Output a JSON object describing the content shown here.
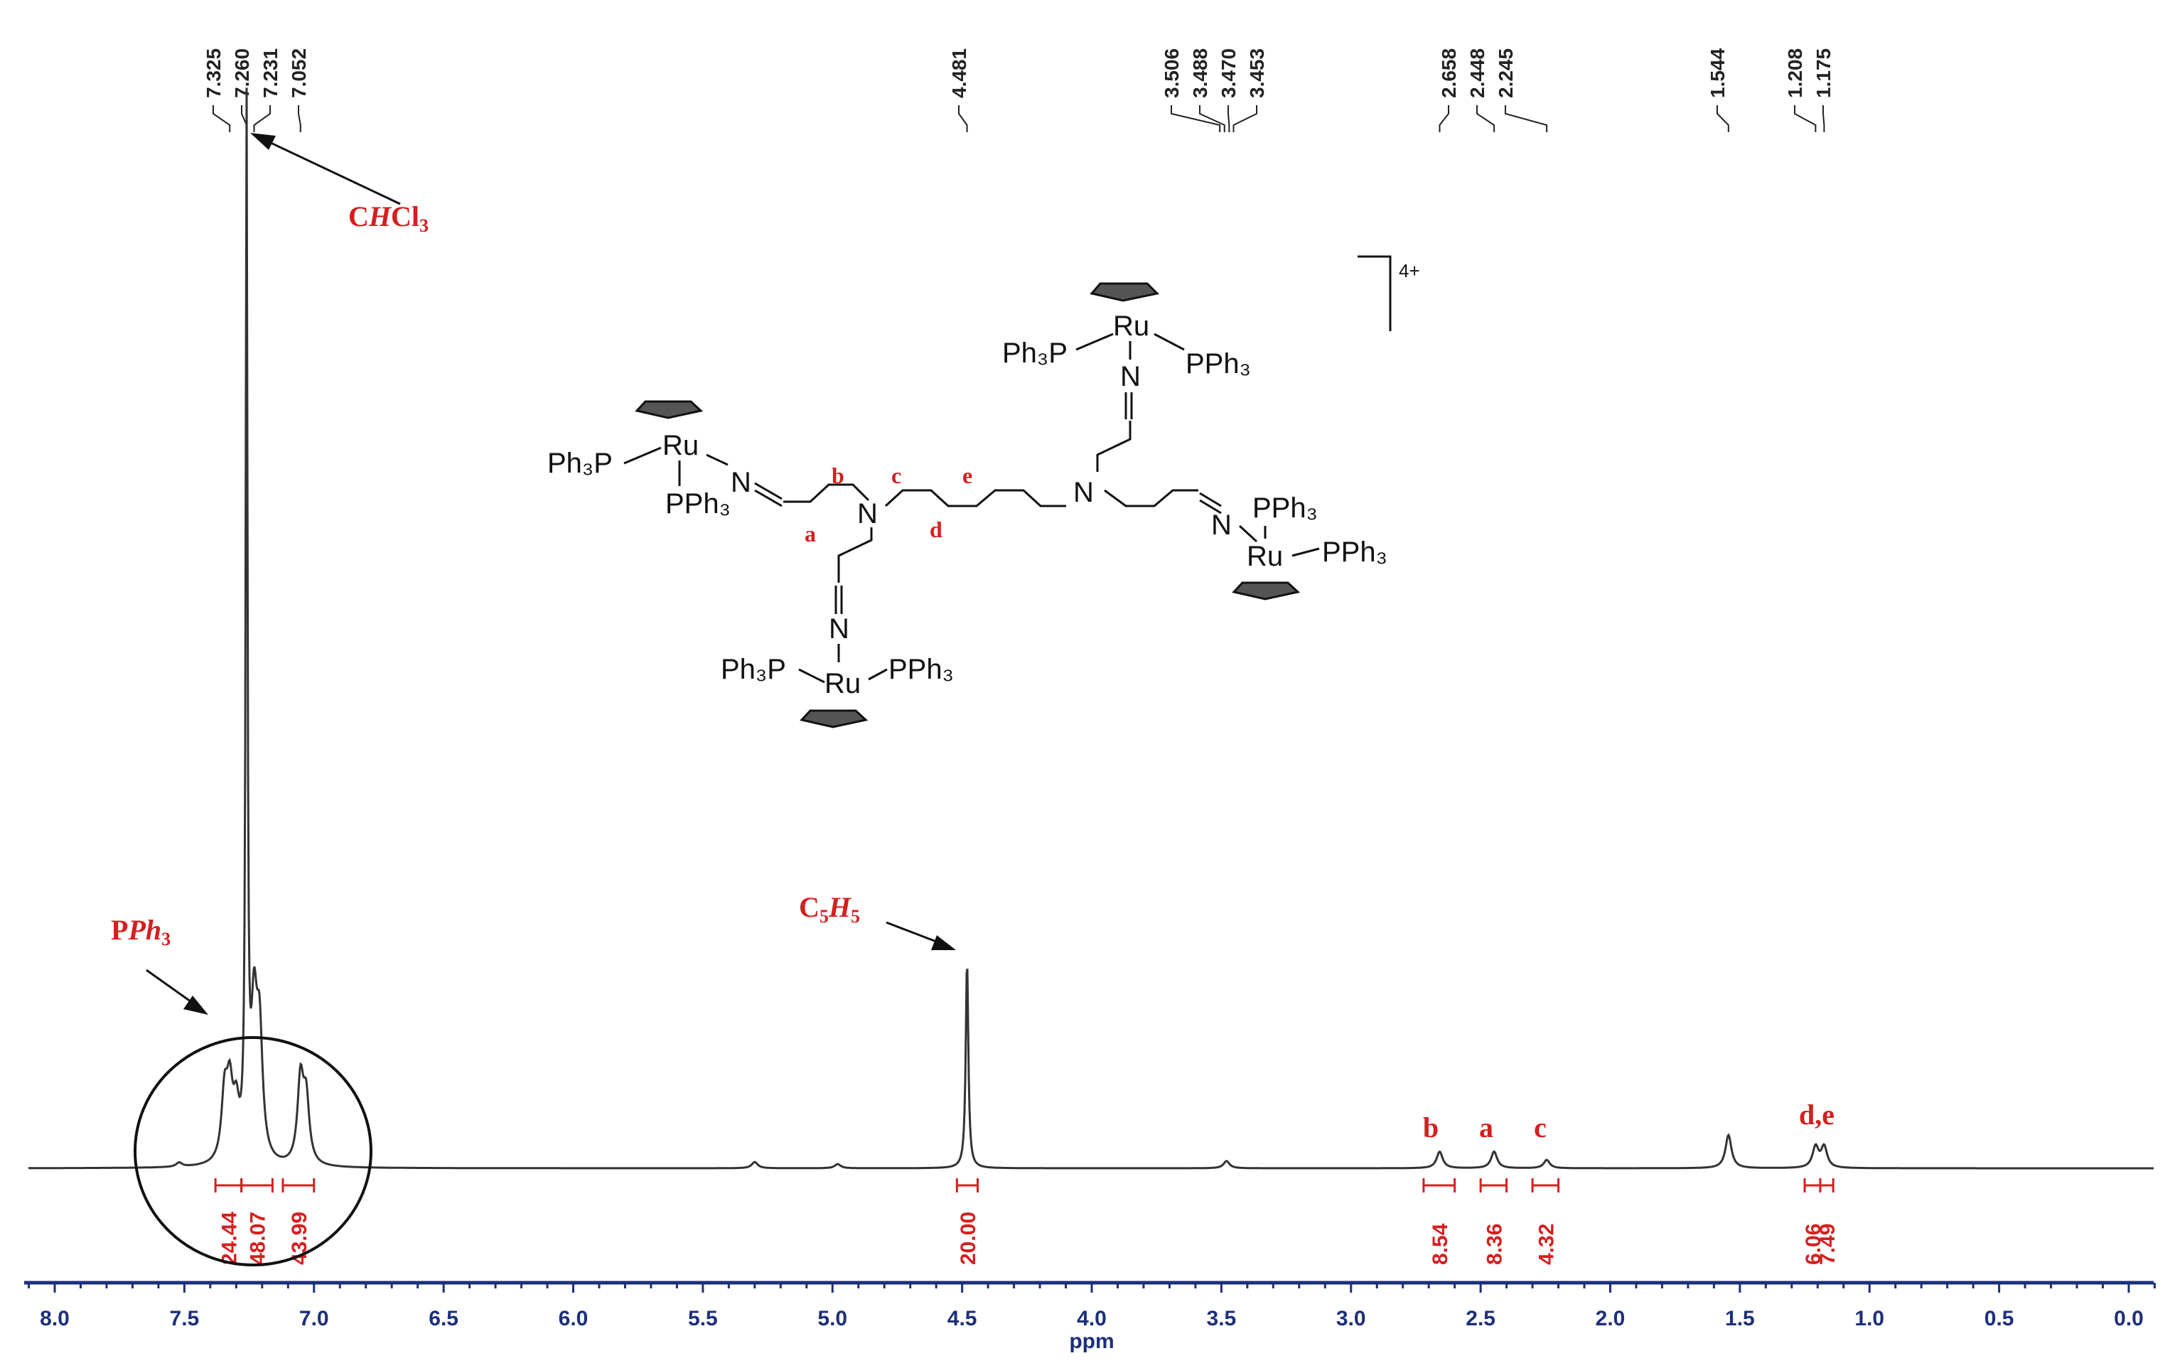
{
  "chart_data": {
    "type": "line",
    "title": "",
    "xlabel": "ppm",
    "ylabel": "",
    "xlim": [
      8.1,
      -0.1
    ],
    "x_reversed": true,
    "grid": false,
    "xticks": [
      "8.0",
      "7.5",
      "7.0",
      "6.5",
      "6.0",
      "5.5",
      "5.0",
      "4.5",
      "4.0",
      "3.5",
      "3.0",
      "2.5",
      "2.0",
      "1.5",
      "1.0",
      "0.5",
      "0.0"
    ],
    "xtick_values": [
      8.0,
      7.5,
      7.0,
      6.5,
      6.0,
      5.5,
      5.0,
      4.5,
      4.0,
      3.5,
      3.0,
      2.5,
      2.0,
      1.5,
      1.0,
      0.5,
      0.0
    ],
    "peak_labels": [
      "7.325",
      "7.260",
      "7.231",
      "7.052",
      "4.481",
      "3.506",
      "3.488",
      "3.470",
      "3.453",
      "2.658",
      "2.448",
      "2.245",
      "1.544",
      "1.208",
      "1.175"
    ],
    "peak_label_values": [
      7.325,
      7.26,
      7.231,
      7.052,
      4.481,
      3.506,
      3.488,
      3.47,
      3.453,
      2.658,
      2.448,
      2.245,
      1.544,
      1.208,
      1.175
    ],
    "peaks": [
      {
        "ppm": 7.325,
        "height": 0.064
      },
      {
        "ppm": 7.345,
        "height": 0.062
      },
      {
        "ppm": 7.3,
        "height": 0.045
      },
      {
        "ppm": 7.26,
        "height": 1.0
      },
      {
        "ppm": 7.231,
        "height": 0.135
      },
      {
        "ppm": 7.21,
        "height": 0.115
      },
      {
        "ppm": 7.052,
        "height": 0.08
      },
      {
        "ppm": 7.03,
        "height": 0.06
      },
      {
        "ppm": 4.481,
        "height": 0.2
      },
      {
        "ppm": 3.48,
        "height": 0.007
      },
      {
        "ppm": 5.3,
        "height": 0.006
      },
      {
        "ppm": 4.98,
        "height": 0.004
      },
      {
        "ppm": 7.52,
        "height": 0.004
      },
      {
        "ppm": 2.658,
        "height": 0.016
      },
      {
        "ppm": 2.448,
        "height": 0.016
      },
      {
        "ppm": 2.245,
        "height": 0.008
      },
      {
        "ppm": 1.544,
        "height": 0.032
      },
      {
        "ppm": 1.208,
        "height": 0.02
      },
      {
        "ppm": 1.175,
        "height": 0.02
      }
    ],
    "integrals": [
      {
        "label": "24.44",
        "from": 7.38,
        "to": 7.28
      },
      {
        "label": "48.07",
        "from": 7.28,
        "to": 7.16
      },
      {
        "label": "43.99",
        "from": 7.12,
        "to": 7.0
      },
      {
        "label": "20.00",
        "from": 4.52,
        "to": 4.44
      },
      {
        "label": "8.54",
        "from": 2.72,
        "to": 2.6
      },
      {
        "label": "8.36",
        "from": 2.5,
        "to": 2.4
      },
      {
        "label": "4.32",
        "from": 2.3,
        "to": 2.2
      },
      {
        "label": "6.06",
        "from": 1.25,
        "to": 1.19
      },
      {
        "label": "7.49",
        "from": 1.19,
        "to": 1.14
      }
    ],
    "annotations": [
      {
        "text": "CHCl₃",
        "ppm": 7.26
      },
      {
        "text": "C₅H₅",
        "ppm": 4.481
      },
      {
        "text": "PPh₃",
        "ppm": 7.2
      },
      {
        "text": "b",
        "ppm": 2.658
      },
      {
        "text": "a",
        "ppm": 2.448
      },
      {
        "text": "c",
        "ppm": 2.245
      },
      {
        "text": "d,e",
        "ppm": 1.19
      }
    ]
  },
  "labels": {
    "chchl3_c": "C",
    "chchl3_h": "H",
    "chchl3_cl": "Cl",
    "chchl3_sub": "3",
    "c5h5_c": "C",
    "c5h5_csub": "5",
    "c5h5_h": "H",
    "c5h5_hsub": "5",
    "pph3_p": "P",
    "pph3_ph": "Ph",
    "pph3_sub": "3",
    "peak_b": "b",
    "peak_a": "a",
    "peak_c": "c",
    "peak_de": "d,e"
  },
  "structure": {
    "charge": "4+",
    "ru": "Ru",
    "n": "N",
    "ph3p": "Ph₃P",
    "pph3": "PPh₃",
    "chain_labels": [
      "a",
      "b",
      "c",
      "d",
      "e"
    ]
  },
  "colors": {
    "spectrum": "#333333",
    "axis": "#1c2f7a",
    "annotation_red": "#d42020",
    "peak_label": "#222222",
    "structure": "#111111"
  }
}
